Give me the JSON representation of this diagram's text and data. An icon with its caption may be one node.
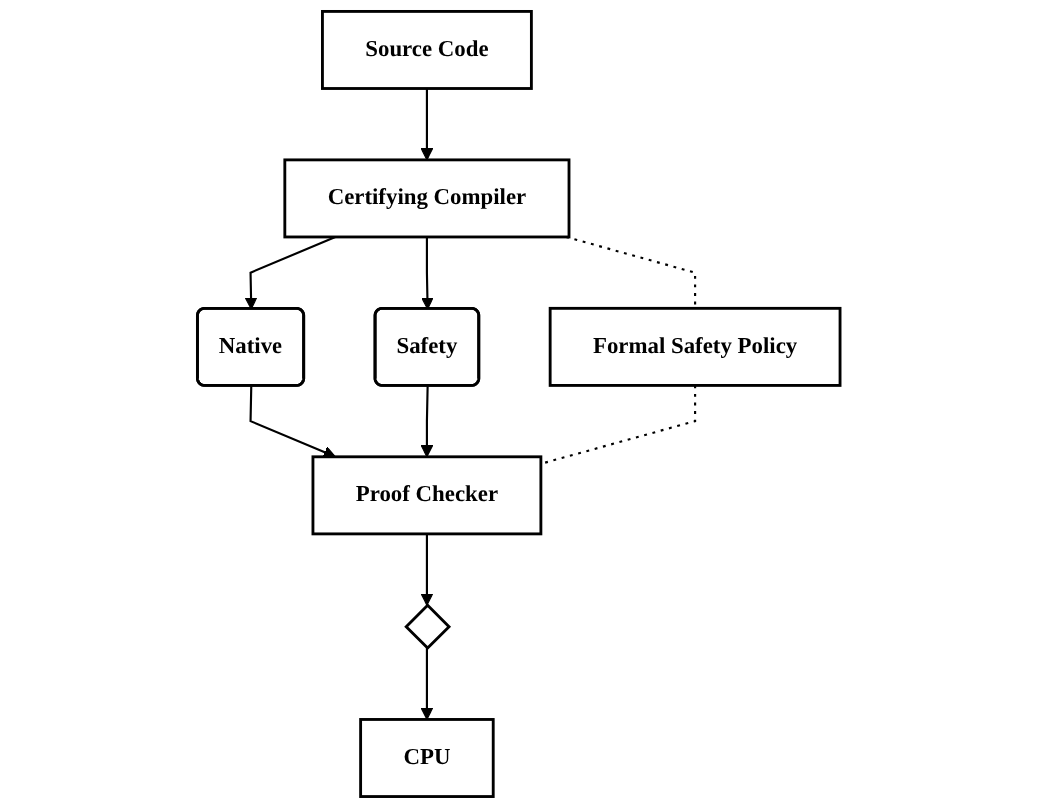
{
  "diagram": {
    "nodes": [
      {
        "text": [
          "Source Code"
        ]
      },
      {
        "text": [
          "Certifying Compiler"
        ]
      },
      {
        "text": [
          "Native"
        ]
      },
      {
        "text": [
          "Safety"
        ]
      },
      {
        "text": [
          "Formal Safety Policy"
        ]
      },
      {
        "text": [
          "Proof Checker"
        ]
      },
      {
        "text": [],
        "shape": "diamond"
      },
      {
        "text": [
          "CPU"
        ]
      }
    ],
    "edges": [
      {
        "from": 0,
        "to": 1,
        "arrow": "to"
      },
      {
        "from": 1,
        "to": 2,
        "arrow": "to"
      },
      {
        "from": 1,
        "to": 3,
        "arrow": "to"
      },
      {
        "from": 1,
        "to": 4,
        "arrow": "none",
        "style": "dashed"
      },
      {
        "from": 2,
        "to": 5,
        "arrow": "to"
      },
      {
        "from": 3,
        "to": 5,
        "arrow": "to"
      },
      {
        "from": 4,
        "to": 5,
        "arrow": "none",
        "style": "dashed"
      },
      {
        "from": 5,
        "to": 6,
        "arrow": "to"
      },
      {
        "from": 6,
        "to": 7,
        "arrow": "to"
      }
    ]
  }
}
